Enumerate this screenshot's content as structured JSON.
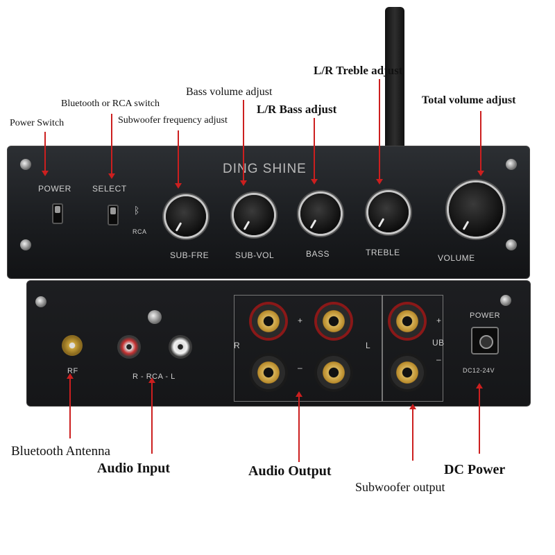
{
  "annotations": {
    "power_switch": "Power Switch",
    "bt_rca_switch": "Bluetooth or RCA switch",
    "sub_freq": "Subwoofer frequency adjust",
    "bass_volume": "Bass volume adjust",
    "lr_bass": "L/R Bass adjust",
    "lr_treble": "L/R Treble adjust",
    "total_volume": "Total volume adjust",
    "bt_antenna": "Bluetooth Antenna",
    "audio_input": "Audio Input",
    "audio_output": "Audio Output",
    "subwoofer_output": "Subwoofer output",
    "dc_power": "DC Power"
  },
  "front_panel": {
    "brand": "DING SHINE",
    "power": "POWER",
    "select": "SELECT",
    "rca": "RCA",
    "sub_fre": "SUB-FRE",
    "sub_vol": "SUB-VOL",
    "bass": "BASS",
    "treble": "TREBLE",
    "volume": "VOLUME"
  },
  "rear_panel": {
    "rf": "RF",
    "rca_label": "R  - RCA -  L",
    "r": "R",
    "l": "L",
    "plus": "+",
    "minus": "–",
    "ub": "UB",
    "power": "POWER",
    "dc_spec": "DC12-24V"
  },
  "colors": {
    "arrow": "#cc1f1f",
    "panel": "#1a1c1f"
  }
}
